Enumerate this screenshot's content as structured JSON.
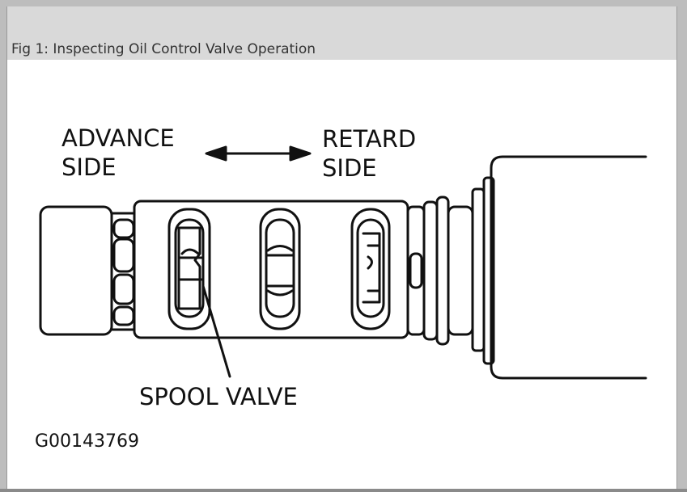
{
  "figure": {
    "caption": "Fig 1: Inspecting Oil Control Valve Operation",
    "labels": {
      "advance_line1": "ADVANCE",
      "advance_line2": "SIDE",
      "retard_line1": "RETARD",
      "retard_line2": "SIDE",
      "spool_valve": "SPOOL VALVE",
      "figure_code": "G00143769"
    }
  },
  "colors": {
    "ink": "#111111",
    "caption_bar": "#d9d9d9",
    "page_background": "#bdbdbd"
  }
}
